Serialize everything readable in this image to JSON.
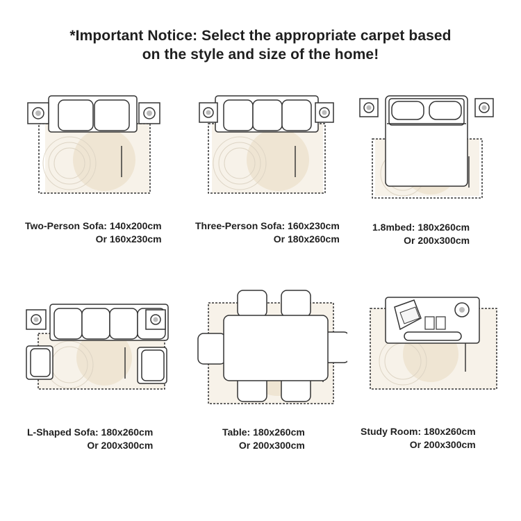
{
  "notice": {
    "line1": "*Important Notice: Select the appropriate carpet based",
    "line2": "on the style and size of  the home!"
  },
  "layouts": [
    {
      "id": "two-person-sofa",
      "line1": "Two-Person Sofa: 140x200cm",
      "line2": "Or 160x230cm"
    },
    {
      "id": "three-person-sofa",
      "line1": "Three-Person Sofa: 160x230cm",
      "line2": "Or 180x260cm"
    },
    {
      "id": "bed",
      "line1": "1.8mbed: 180x260cm",
      "line2": "Or 200x300cm"
    },
    {
      "id": "l-shaped-sofa",
      "line1": "L-Shaped Sofa: 180x260cm",
      "line2": "Or 200x300cm"
    },
    {
      "id": "table",
      "line1": "Table: 180x260cm",
      "line2": "Or 200x300cm"
    },
    {
      "id": "study-room",
      "line1": "Study Room: 180x260cm",
      "line2": "Or 200x300cm"
    }
  ],
  "colors": {
    "line": "#4a4a4a",
    "furniture": "#ffffff",
    "rug": "#f6f1e8",
    "rug_accent": "#efe6d6",
    "text": "#1f1f1f"
  }
}
